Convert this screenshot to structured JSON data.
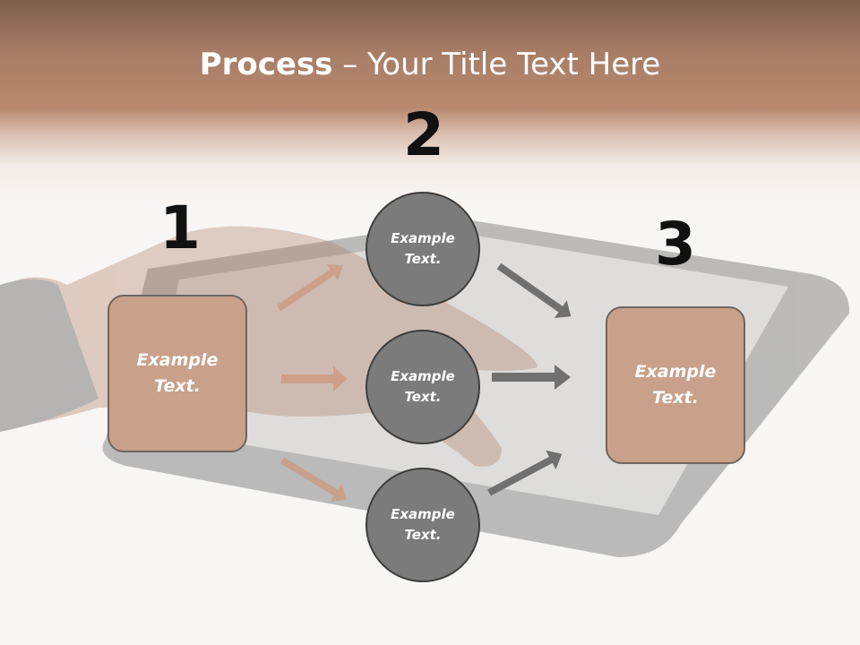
{
  "title": {
    "bold": "Process",
    "rest": " – Your Title Text Here"
  },
  "steps": {
    "one": "1",
    "two": "2",
    "three": "3"
  },
  "box_left": {
    "text": "Example\nText."
  },
  "box_right": {
    "text": "Example\nText."
  },
  "circles": [
    {
      "text": "Example\nText."
    },
    {
      "text": "Example\nText."
    },
    {
      "text": "Example\nText."
    }
  ],
  "colors": {
    "box_fill": "#c9a08a",
    "circle_fill": "#7b7b7b",
    "arrow_tan": "#cd9a80",
    "arrow_gray": "#707070",
    "header_brown": "#a87d66"
  }
}
